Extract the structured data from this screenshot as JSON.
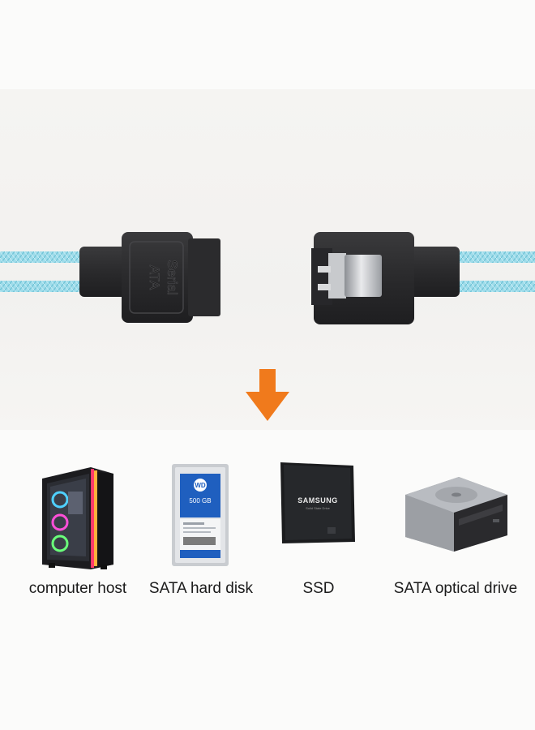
{
  "connector": {
    "embossed_line1": "Serial",
    "embossed_line2": "ATA"
  },
  "devices": [
    {
      "label": "computer host",
      "icon": "pc-tower-icon"
    },
    {
      "label": "SATA hard disk",
      "icon": "hard-disk-icon"
    },
    {
      "label": "SSD",
      "icon": "ssd-icon"
    },
    {
      "label": "SATA optical drive",
      "icon": "optical-drive-icon"
    }
  ],
  "device_text": {
    "hdd_capacity": "500 GB",
    "ssd_brand": "SAMSUNG",
    "ssd_model": "Solid State Drive"
  },
  "colors": {
    "cable": "#8fd3e3",
    "connector": "#2f2f31",
    "arrow": "#f07a1c",
    "text": "#1b1b1b"
  }
}
